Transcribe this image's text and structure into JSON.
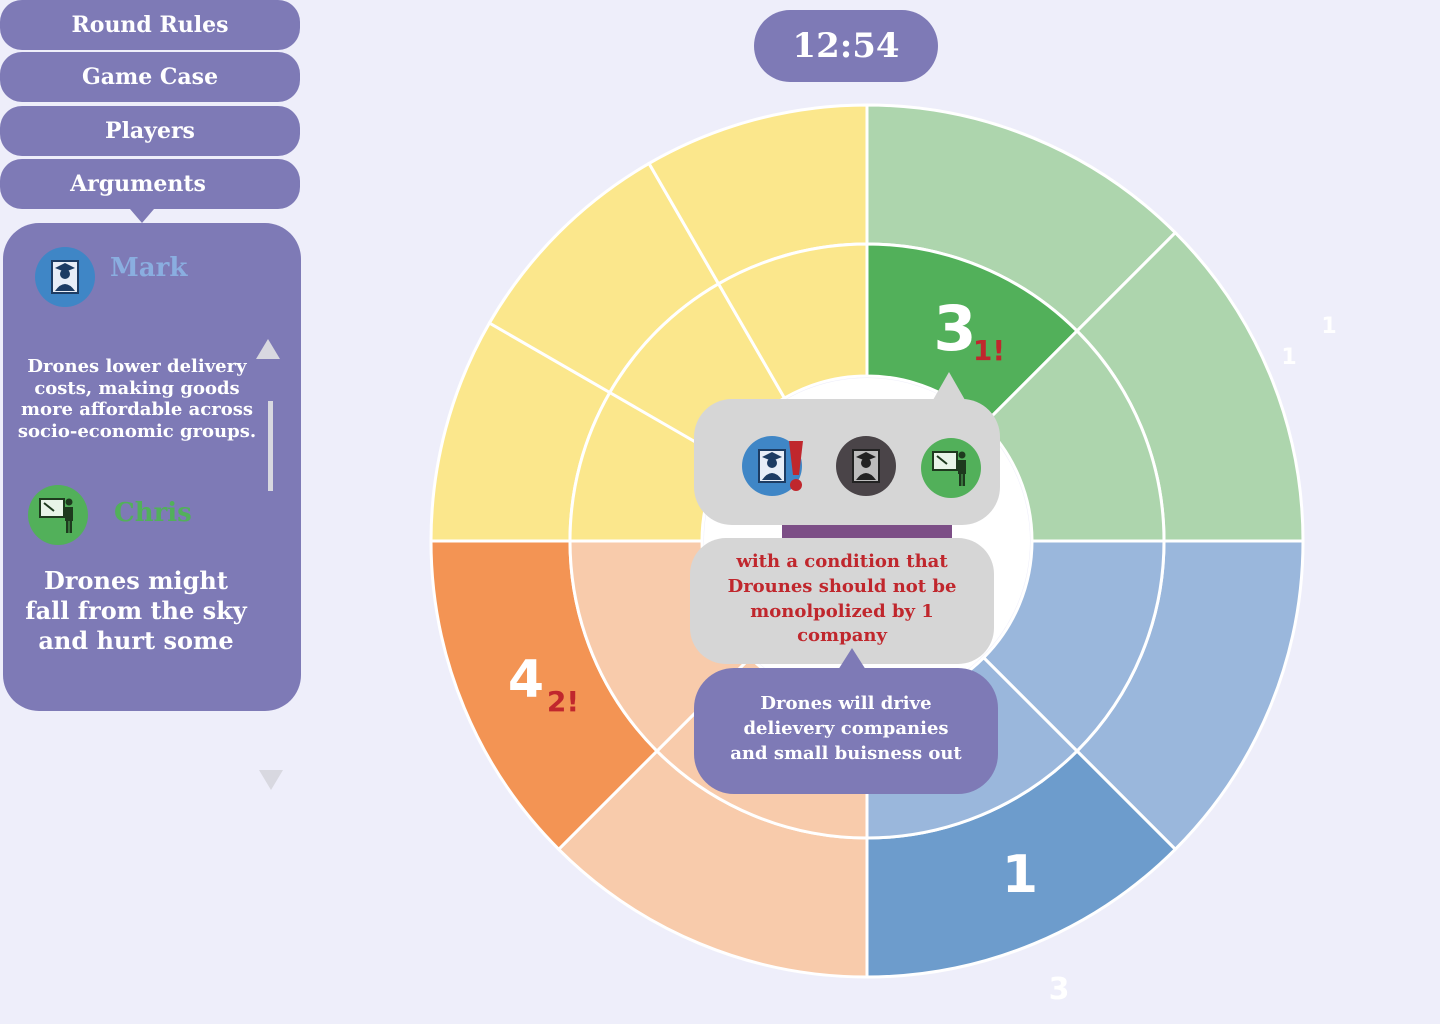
{
  "nav": {
    "round_rules": "Round Rules",
    "game_case": "Game Case",
    "players": "Players",
    "arguments": "Arguments"
  },
  "arguments": [
    {
      "player": "Mark",
      "text": "Drones lower delivery costs, making goods more affordable across socio-economic groups.",
      "color": "#8aaee0",
      "avatar": "graduate-icon"
    },
    {
      "player": "Chris",
      "text": "Drones might fall from the sky and hurt some",
      "color": "#52b05a",
      "avatar": "teacher-icon"
    }
  ],
  "timer": "12:54",
  "wheel": {
    "green_score": "3",
    "green_flag": "1!",
    "orange_score": "4",
    "orange_flag": "2!",
    "blue_score": "1",
    "outer_green_a": "1",
    "outer_green_b": "1",
    "outer_blue": "3"
  },
  "center_popup": {
    "condition_text": "with a condition that Drounes should not be monolpolized by 1 company",
    "argument_text": "Drones will drive delievery companies and small buisness out"
  },
  "colors": {
    "panel": "#7e7ab6",
    "background": "#eeeefa",
    "yellow": "#fbe78c",
    "green": "#52b05a",
    "green_light": "#add5ad",
    "blue": "#6d9ccc",
    "blue_light": "#9ab7dc",
    "orange": "#f39454",
    "orange_light": "#f8cbab",
    "alert_red": "#c0272d"
  }
}
